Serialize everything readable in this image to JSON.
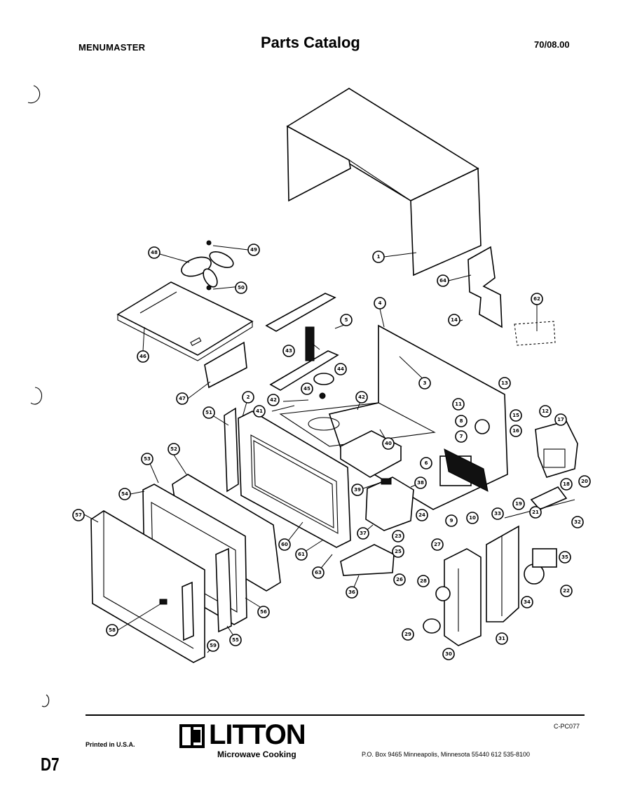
{
  "header": {
    "brand": "MENUMASTER",
    "title": "Parts  Catalog",
    "date": "70/08.00"
  },
  "footer": {
    "catalog_number": "C-PC077",
    "printed": "Printed in U.S.A.",
    "logo_name": "LITTON",
    "logo_subtitle": "Microwave Cooking",
    "address": "P.O. Box 9465   Minneapolis, Minnesota 55440   612  535-8100",
    "page_number": "D7"
  },
  "callouts": [
    "1",
    "2",
    "3",
    "4",
    "5",
    "6",
    "7",
    "8",
    "9",
    "10",
    "11",
    "12",
    "13",
    "14",
    "15",
    "16",
    "17",
    "18",
    "19",
    "20",
    "21",
    "22",
    "23",
    "24",
    "25",
    "26",
    "27",
    "28",
    "29",
    "30",
    "31",
    "32",
    "33",
    "34",
    "35",
    "36",
    "37",
    "38",
    "39",
    "40",
    "41",
    "42",
    "43",
    "44",
    "45",
    "46",
    "47",
    "48",
    "49",
    "50",
    "51",
    "52",
    "53",
    "54",
    "55",
    "56",
    "57",
    "58",
    "59",
    "60",
    "61",
    "62",
    "63",
    "64"
  ]
}
